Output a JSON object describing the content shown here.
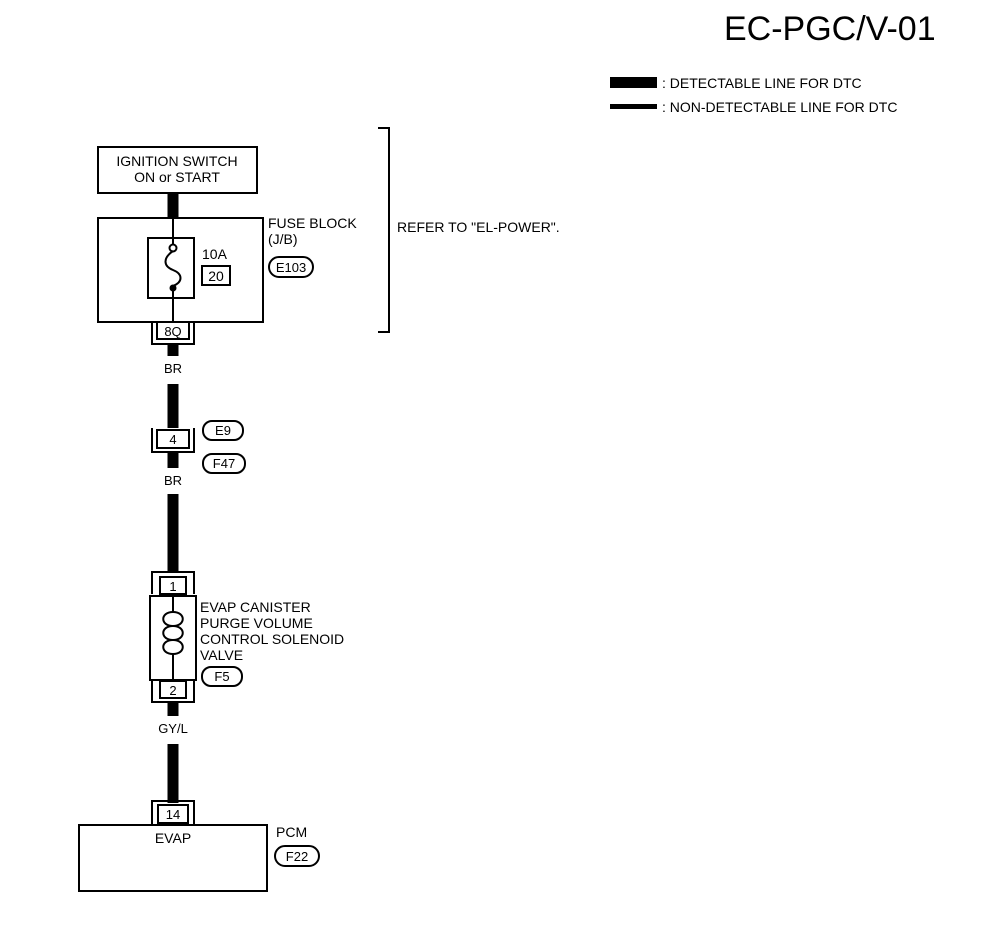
{
  "page_title": "EC-PGC/V-01",
  "legend": {
    "detectable": ": DETECTABLE LINE FOR DTC",
    "non_detectable": ": NON-DETECTABLE LINE FOR DTC"
  },
  "ignition_switch": {
    "line1": "IGNITION SWITCH",
    "line2": "ON or START"
  },
  "fuse_block": {
    "label": "FUSE BLOCK",
    "sublabel": "(J/B)",
    "connector": "E103",
    "fuse_rating": "10A",
    "fuse_number": "20",
    "terminal": "8Q"
  },
  "refer_note": "REFER TO \"EL-POWER\".",
  "wire1_color": "BR",
  "joint_connector": {
    "terminal": "4",
    "connector_a": "E9",
    "connector_b": "F47"
  },
  "wire2_color": "BR",
  "solenoid": {
    "terminal_in": "1",
    "terminal_out": "2",
    "line1": "EVAP CANISTER",
    "line2": "PURGE VOLUME",
    "line3": "CONTROL SOLENOID",
    "line4": "VALVE",
    "connector": "F5"
  },
  "wire3_color": "GY/L",
  "pcm": {
    "label": "PCM",
    "terminal": "14",
    "terminal_name": "EVAP",
    "connector": "F22"
  }
}
